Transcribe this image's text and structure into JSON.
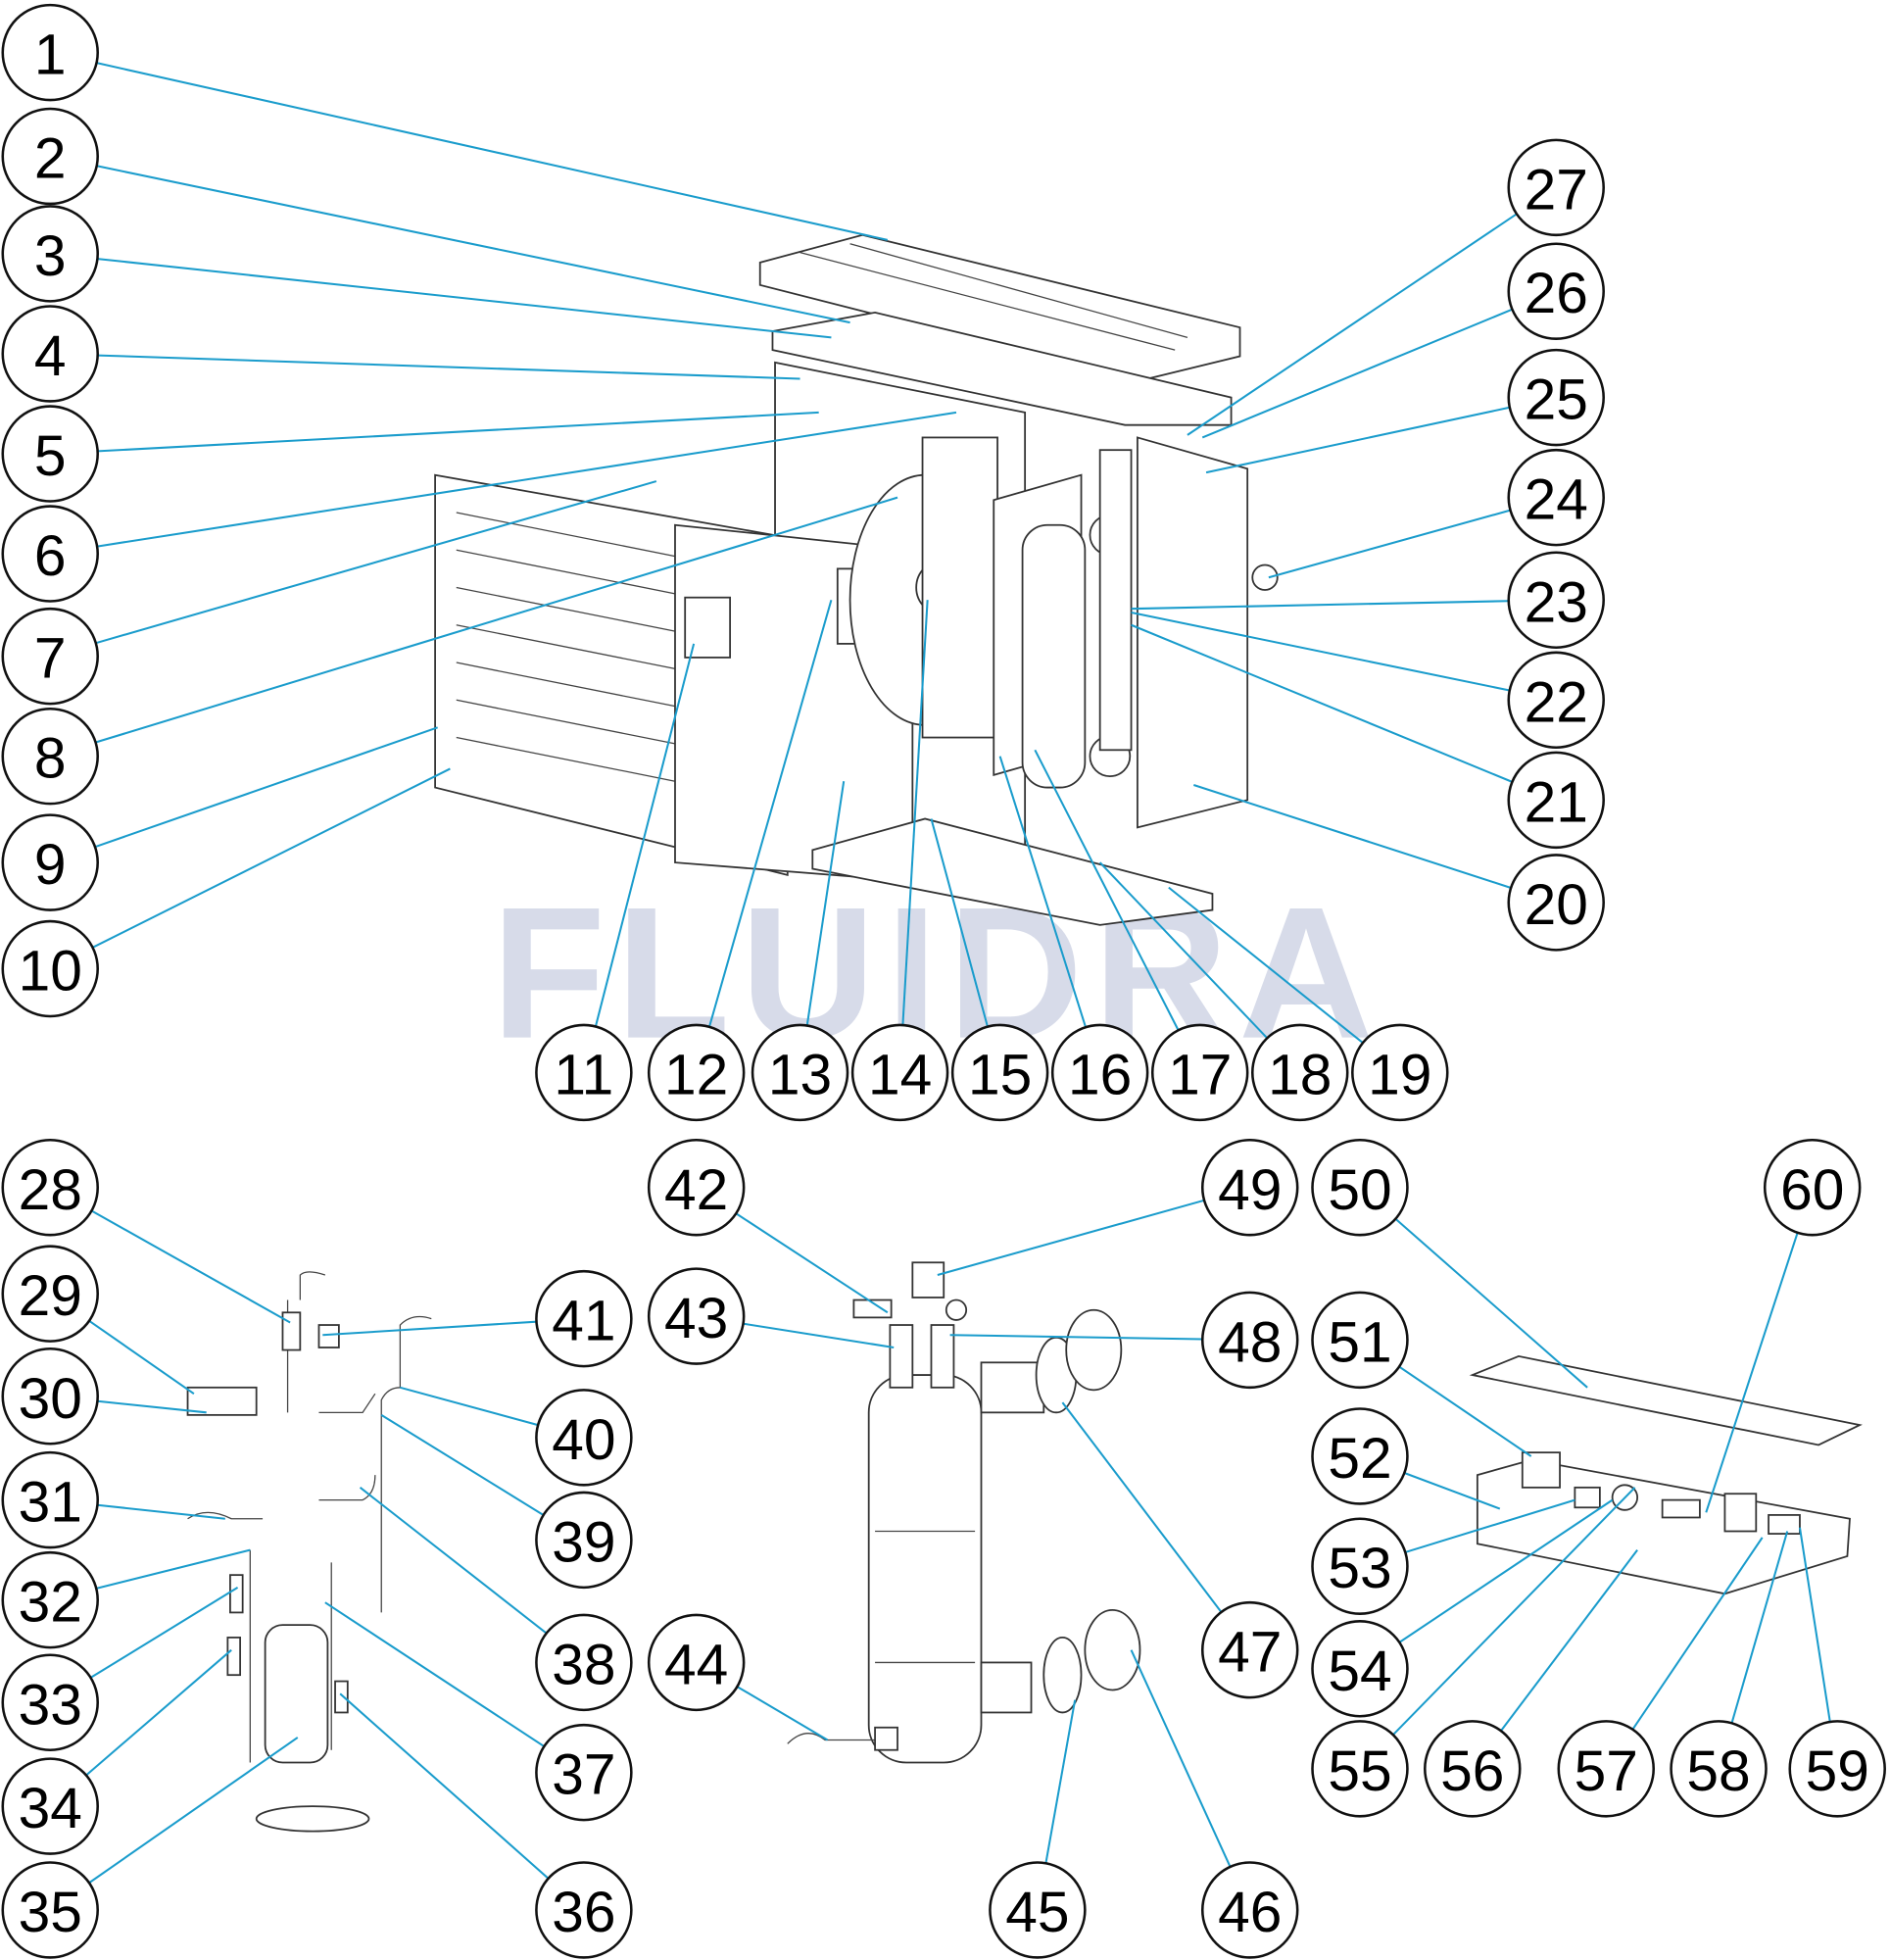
{
  "title": "Exploded parts diagram - heat pump",
  "watermark": "FLUIDRA",
  "colors": {
    "leader": "#1a9ccc",
    "outline": "#111111",
    "watermark": "#c7cde0"
  },
  "callouts": [
    "1",
    "2",
    "3",
    "4",
    "5",
    "6",
    "7",
    "8",
    "9",
    "10",
    "11",
    "12",
    "13",
    "14",
    "15",
    "16",
    "17",
    "18",
    "19",
    "20",
    "21",
    "22",
    "23",
    "24",
    "25",
    "26",
    "27",
    "28",
    "29",
    "30",
    "31",
    "32",
    "33",
    "34",
    "35",
    "36",
    "37",
    "38",
    "39",
    "40",
    "41",
    "42",
    "43",
    "44",
    "45",
    "46",
    "47",
    "48",
    "49",
    "50",
    "51",
    "52",
    "53",
    "54",
    "55",
    "56",
    "57",
    "58",
    "59",
    "60"
  ]
}
